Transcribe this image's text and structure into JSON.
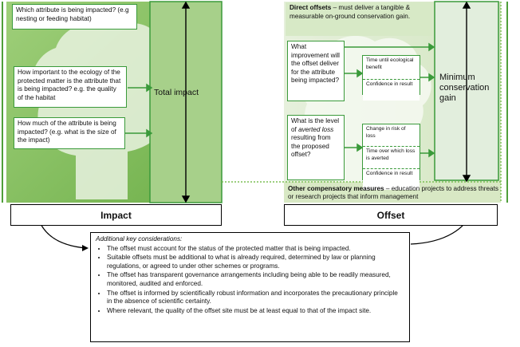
{
  "impact": {
    "q1": "Which attribute is being impacted? (e.g nesting or feeding habitat)",
    "q2": "How important to the ecology of the protected matter is the attribute that is being impacted? e.g. the quality of the habitat",
    "q3": "How much of the attribute is being impacted? (e.g. what is the size of the impact)",
    "total": "Total impact",
    "label": "Impact"
  },
  "offset": {
    "direct_title": "Direct offsets",
    "direct_rest": " – must deliver a tangible & measurable on-ground conservation gain.",
    "improvement_q": "What improvement will the offset deliver for the attribute being impacted?",
    "time_until": "Time until ecological benefit",
    "confidence_1": "Confidence in result",
    "averted_pre": "What is the level of ",
    "averted_em": "averted loss",
    "averted_post": " resulting from the proposed offset?",
    "change_risk": "Change in risk of loss",
    "time_over": "Time over which loss is averted",
    "confidence_2": "Confidence in result",
    "min_gain": "Minimum conservation gain",
    "other_title": "Other compensatory measures",
    "other_rest": " – education projects to address threats or research projects that inform management",
    "label": "Offset"
  },
  "considerations": {
    "title": "Additional key considerations:",
    "items": [
      "The offset must account for the status of the protected matter that is being impacted.",
      "Suitable offsets must be additional to what is already required, determined by law or planning regulations, or agreed to under other schemes or programs.",
      "The offset has transparent governance arrangements including being able to be readily measured, monitored, audited and enforced.",
      "The offset is informed by scientifically robust information and incorporates the precautionary principle in the absence of scientific certainty.",
      "Where relevant, the quality of the offset site must be at least equal to that of the impact site."
    ]
  },
  "colors": {
    "green_dark": "#3a9a3a",
    "green_light": "#d7e9c6",
    "arrow": "#3a9a3a"
  }
}
